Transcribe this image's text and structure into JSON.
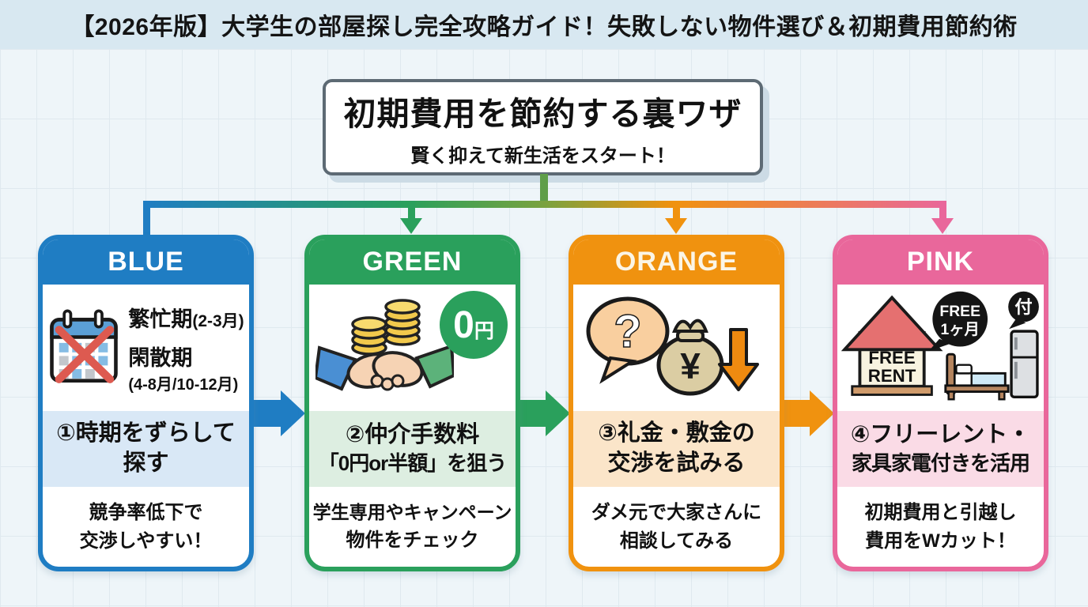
{
  "title_bar": {
    "text": "【2026年版】大学生の部屋探し完全攻略ガイド！失敗しない物件選び＆初期費用節約術"
  },
  "header_box": {
    "title": "初期費用を節約する裏ワザ",
    "subtitle": "賢く抑えて新生活をスタート！"
  },
  "colors": {
    "blue": "#1f7dc3",
    "green": "#2aa05c",
    "orange": "#f0920f",
    "pink": "#e9679b",
    "blue_tint": "#d9e8f6",
    "green_tint": "#ddeee1",
    "orange_tint": "#fbe5c9",
    "pink_tint": "#fadbe6",
    "stub_green": "#5f9e49",
    "titlebar_bg": "#d8e8f1"
  },
  "cards": [
    {
      "label": "BLUE",
      "icon": "calendar-x-icon",
      "calendar": {
        "busy_main": "繁忙期",
        "busy_sub": "(2-3月)",
        "slow_main": "閑散期",
        "slow_sub": "(4-8月/10-12月)"
      },
      "heading1": "①時期をずらして",
      "heading2": "探す",
      "desc1": "競争率低下で",
      "desc2": "交渉しやすい！"
    },
    {
      "label": "GREEN",
      "icon": "handshake-coins-icon",
      "badge_zero": "0",
      "badge_yen": "円",
      "heading1": "②仲介手数料",
      "heading2": "「0円or半額」を狙う",
      "desc1": "学生専用やキャンペーン",
      "desc2": "物件をチェック"
    },
    {
      "label": "ORANGE",
      "icon": "question-moneybag-icon",
      "question_mark": "?",
      "yen_mark": "¥",
      "heading1": "③礼金・敷金の",
      "heading2": "交渉を試みる",
      "desc1": "ダメ元で大家さんに",
      "desc2": "相談してみる"
    },
    {
      "label": "PINK",
      "icon": "free-rent-furnished-icon",
      "house_text1": "FREE",
      "house_text2": "RENT",
      "bubble_free1": "FREE",
      "bubble_free2": "1ヶ月",
      "bubble_fu": "付",
      "heading1": "④フリーレント・",
      "heading2": "家具家電付きを活用",
      "desc1": "初期費用と引越し",
      "desc2": "費用をWカット！"
    }
  ]
}
